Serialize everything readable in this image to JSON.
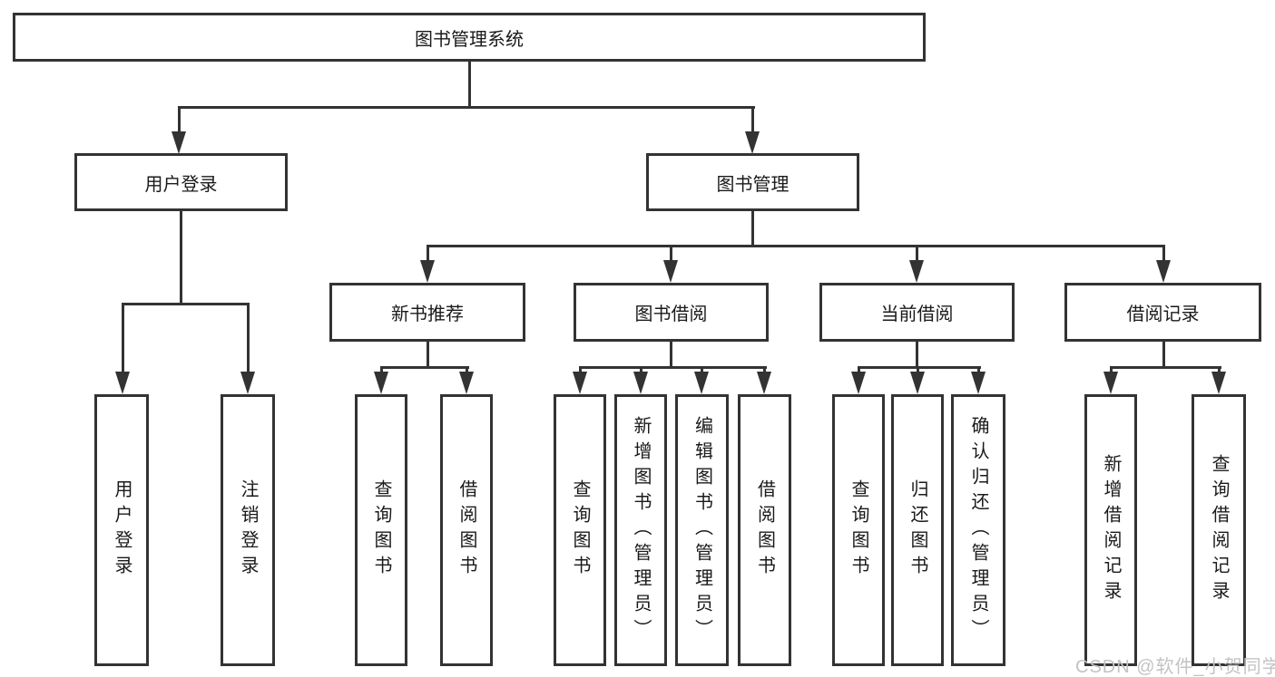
{
  "diagram_title": "图书管理系统",
  "tree": {
    "label": "图书管理系统",
    "children": [
      {
        "label": "用户登录",
        "children": [
          {
            "label": "用户登录"
          },
          {
            "label": "注销登录"
          }
        ]
      },
      {
        "label": "图书管理",
        "children": [
          {
            "label": "新书推荐",
            "children": [
              {
                "label": "查询图书"
              },
              {
                "label": "借阅图书"
              }
            ]
          },
          {
            "label": "图书借阅",
            "children": [
              {
                "label": "查询图书"
              },
              {
                "label": "新增图书（管理员）"
              },
              {
                "label": "编辑图书（管理员）"
              },
              {
                "label": "借阅图书"
              }
            ]
          },
          {
            "label": "当前借阅",
            "children": [
              {
                "label": "查询图书"
              },
              {
                "label": "归还图书"
              },
              {
                "label": "确认归还（管理员）"
              }
            ]
          },
          {
            "label": "借阅记录",
            "children": [
              {
                "label": "新增借阅记录"
              },
              {
                "label": "查询借阅记录"
              }
            ]
          }
        ]
      }
    ]
  },
  "watermark": {
    "text": "CSDN @软件_小贺同学",
    "color": "#c3c3c3"
  },
  "colors": {
    "line": "#333333",
    "border": "#333333",
    "text": "#1a1a1a",
    "background": "#ffffff"
  }
}
